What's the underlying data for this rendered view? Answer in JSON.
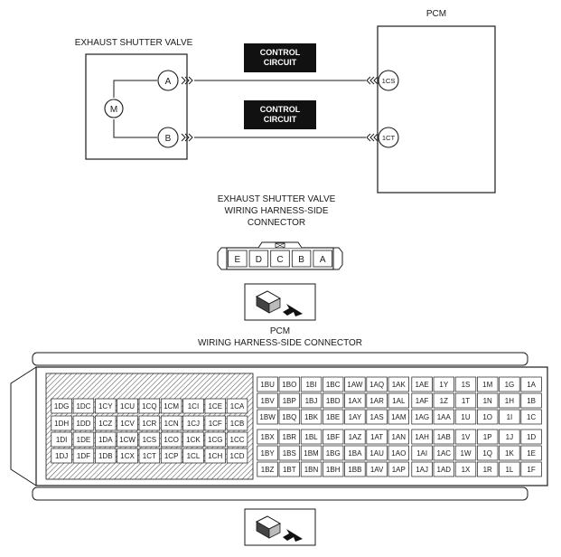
{
  "wiring": {
    "pcm_label": "PCM",
    "valve_label": "EXHAUST SHUTTER VALVE",
    "motor_label": "M",
    "valve_terminals": [
      "A",
      "B"
    ],
    "pcm_terminals": [
      "1CS",
      "1CT"
    ],
    "circuits": [
      "CONTROL CIRCUIT",
      "CONTROL CIRCUIT"
    ]
  },
  "valve_connector": {
    "title_lines": [
      "EXHAUST SHUTTER VALVE",
      "WIRING HARNESS-SIDE",
      "CONNECTOR"
    ],
    "pins": [
      "E",
      "D",
      "C",
      "B",
      "A"
    ]
  },
  "pcm_connector": {
    "title_lines": [
      "PCM",
      "WIRING HARNESS-SIDE CONNECTOR"
    ],
    "block_left": [
      [
        "1DG",
        "1DC",
        "1CY",
        "1CU",
        "1CQ",
        "1CM",
        "1CI",
        "1CE",
        "1CA"
      ],
      [
        "1DH",
        "1DD",
        "1CZ",
        "1CV",
        "1CR",
        "1CN",
        "1CJ",
        "1CF",
        "1CB"
      ],
      [
        "1DI",
        "1DE",
        "1DA",
        "1CW",
        "1CS",
        "1CO",
        "1CK",
        "1CG",
        "1CC"
      ],
      [
        "1DJ",
        "1DF",
        "1DB",
        "1CX",
        "1CT",
        "1CP",
        "1CL",
        "1CH",
        "1CD"
      ]
    ],
    "block_middle": [
      [
        "1BU",
        "1BO",
        "1BI",
        "1BC",
        "1AW",
        "1AQ",
        "1AK"
      ],
      [
        "1BV",
        "1BP",
        "1BJ",
        "1BD",
        "1AX",
        "1AR",
        "1AL"
      ],
      [
        "1BW",
        "1BQ",
        "1BK",
        "1BE",
        "1AY",
        "1AS",
        "1AM"
      ],
      [
        "1BX",
        "1BR",
        "1BL",
        "1BF",
        "1AZ",
        "1AT",
        "1AN"
      ],
      [
        "1BY",
        "1BS",
        "1BM",
        "1BG",
        "1BA",
        "1AU",
        "1AO"
      ],
      [
        "1BZ",
        "1BT",
        "1BN",
        "1BH",
        "1BB",
        "1AV",
        "1AP"
      ]
    ],
    "block_right": [
      [
        "1AE",
        "1Y",
        "1S",
        "1M",
        "1G",
        "1A"
      ],
      [
        "1AF",
        "1Z",
        "1T",
        "1N",
        "1H",
        "1B"
      ],
      [
        "1AG",
        "1AA",
        "1U",
        "1O",
        "1I",
        "1C"
      ],
      [
        "1AH",
        "1AB",
        "1V",
        "1P",
        "1J",
        "1D"
      ],
      [
        "1AI",
        "1AC",
        "1W",
        "1Q",
        "1K",
        "1E"
      ],
      [
        "1AJ",
        "1AD",
        "1X",
        "1R",
        "1L",
        "1F"
      ]
    ]
  }
}
